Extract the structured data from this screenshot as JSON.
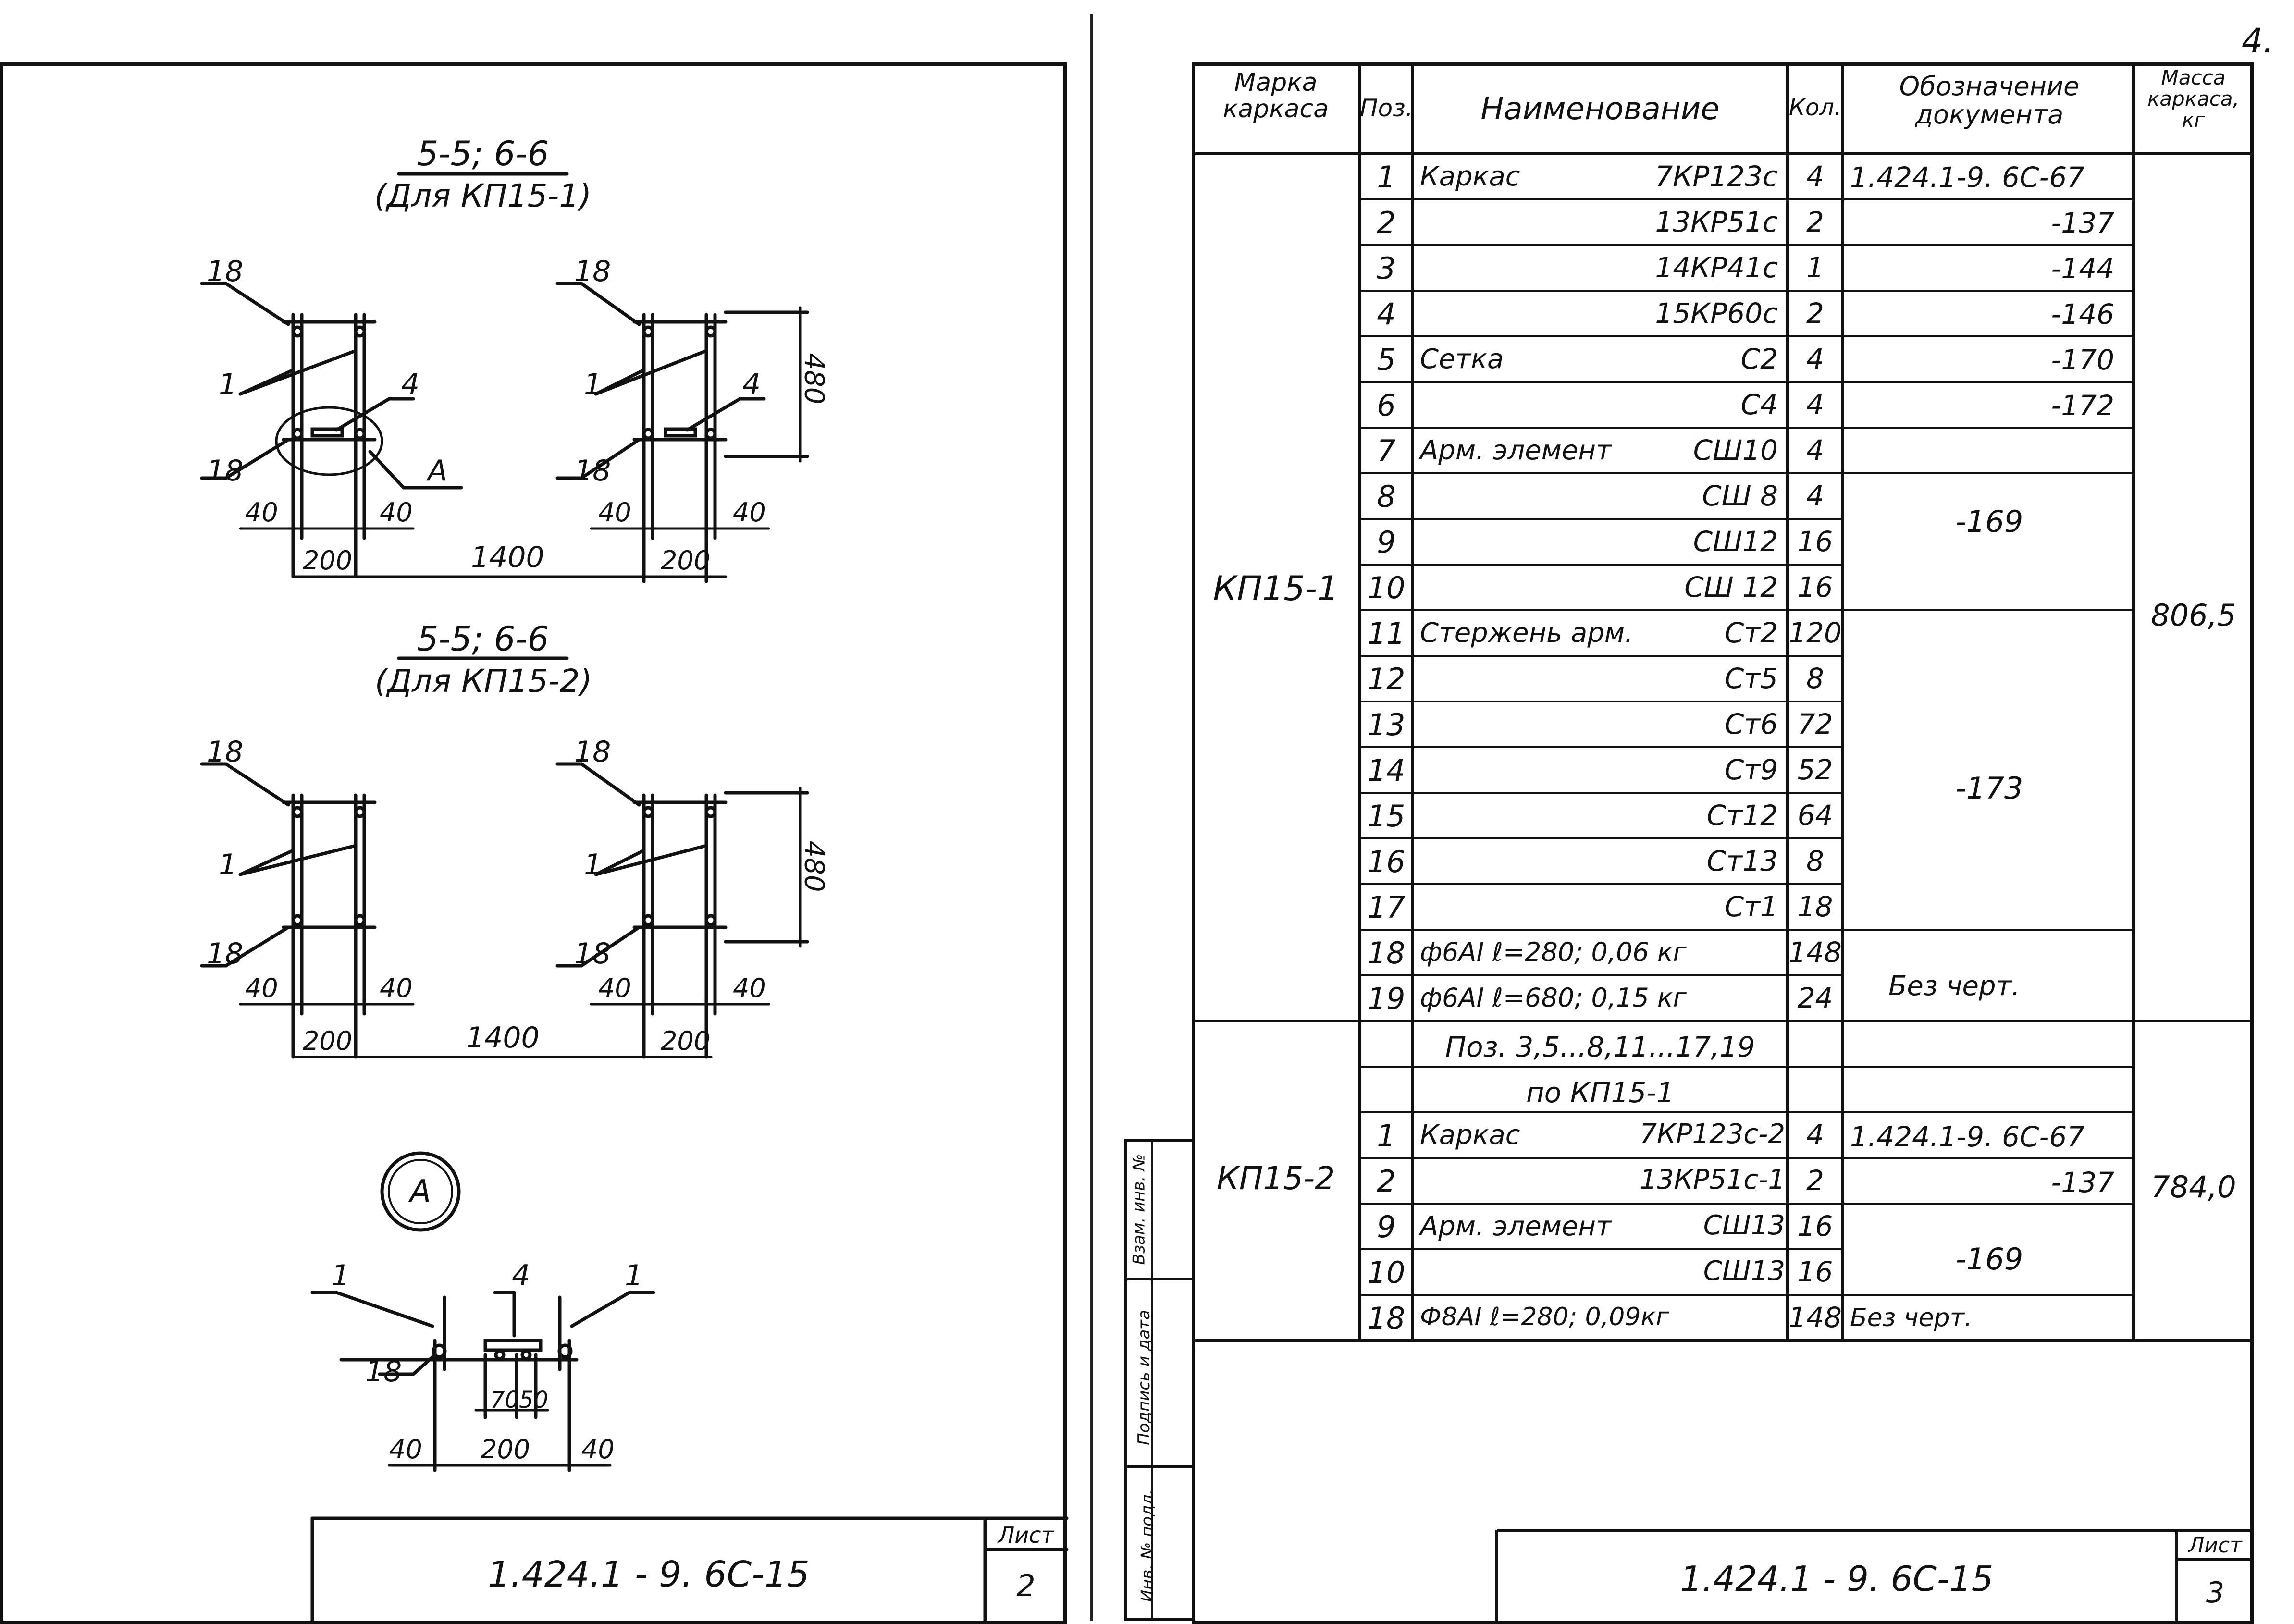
{
  "page_number": "4.",
  "left_sheet": {
    "section1_title": "5-5; 6-6",
    "section1_subtitle": "(Для КП15-1)",
    "section2_title": "5-5; 6-6",
    "section2_subtitle": "(Для КП15-2)",
    "callout_18": "18",
    "callout_1": "1",
    "callout_4": "4",
    "callout_A": "А",
    "dim_480": "480",
    "dim_40": "40",
    "dim_200": "200",
    "dim_1400": "1400",
    "dim_70": "70",
    "dim_50": "50",
    "detail_label": "А",
    "doc_code": "1.424.1 - 9. 6С-15",
    "sheet_label": "Лист",
    "sheet_no": "2"
  },
  "right_sheet": {
    "doc_code": "1.424.1 - 9. 6С-15",
    "sheet_label": "Лист",
    "sheet_no": "3",
    "side_stamp": [
      "Инв. № подл.",
      "Подпись и дата",
      "Взам. инв. №"
    ],
    "headers": {
      "mark": "Марка каркаса",
      "pos": "Поз.",
      "name": "Наименование",
      "qty": "Кол.",
      "doc": "Обозначение документа",
      "mass": "Масса каркаса, кг"
    },
    "group1": {
      "mark": "КП15-1",
      "mass": "806,5",
      "rows": [
        {
          "pos": "1",
          "name": "Каркас",
          "sub": "7КР123с",
          "qty": "4",
          "doc": "1.424.1-9. 6С-67"
        },
        {
          "pos": "2",
          "name": "",
          "sub": "13КР51с",
          "qty": "2",
          "doc": "-137"
        },
        {
          "pos": "3",
          "name": "",
          "sub": "14КР41с",
          "qty": "1",
          "doc": "-144"
        },
        {
          "pos": "4",
          "name": "",
          "sub": "15КР60с",
          "qty": "2",
          "doc": "-146"
        },
        {
          "pos": "5",
          "name": "Сетка",
          "sub": "С2",
          "qty": "4",
          "doc": "-170"
        },
        {
          "pos": "6",
          "name": "",
          "sub": "С4",
          "qty": "4",
          "doc": "-172"
        },
        {
          "pos": "7",
          "name": "Арм. элемент",
          "sub": "СШ10",
          "qty": "4",
          "doc": ""
        },
        {
          "pos": "8",
          "name": "",
          "sub": "СШ 8",
          "qty": "4",
          "doc": ""
        },
        {
          "pos": "9",
          "name": "",
          "sub": "СШ12",
          "qty": "16",
          "doc": ""
        },
        {
          "pos": "10",
          "name": "",
          "sub": "СШ 12",
          "qty": "16",
          "doc": ""
        },
        {
          "pos": "11",
          "name": "Стержень арм.",
          "sub": "Ст2",
          "qty": "120",
          "doc": ""
        },
        {
          "pos": "12",
          "name": "",
          "sub": "Ст5",
          "qty": "8",
          "doc": ""
        },
        {
          "pos": "13",
          "name": "",
          "sub": "Ст6",
          "qty": "72",
          "doc": ""
        },
        {
          "pos": "14",
          "name": "",
          "sub": "Ст9",
          "qty": "52",
          "doc": ""
        },
        {
          "pos": "15",
          "name": "",
          "sub": "Ст12",
          "qty": "64",
          "doc": ""
        },
        {
          "pos": "16",
          "name": "",
          "sub": "Ст13",
          "qty": "8",
          "doc": ""
        },
        {
          "pos": "17",
          "name": "",
          "sub": "Ст1",
          "qty": "18",
          "doc": ""
        },
        {
          "pos": "18",
          "name": "ф6АI ℓ=280;  0,06 кг",
          "sub": "",
          "qty": "148",
          "doc": ""
        },
        {
          "pos": "19",
          "name": "ф6АI ℓ=680;  0,15 кг",
          "sub": "",
          "qty": "24",
          "doc": ""
        }
      ],
      "merged_doc_169": "-169",
      "merged_doc_173": "-173",
      "merged_doc_bez": "Без черт."
    },
    "group2": {
      "mark": "КП15-2",
      "mass": "784,0",
      "note1": "Поз. 3,5...8,11...17,19",
      "note2": "по КП15-1",
      "rows": [
        {
          "pos": "1",
          "name": "Каркас",
          "sub": "7КР123с-2",
          "qty": "4",
          "doc": "1.424.1-9. 6С-67"
        },
        {
          "pos": "2",
          "name": "",
          "sub": "13КР51с-1",
          "qty": "2",
          "doc": "-137"
        },
        {
          "pos": "9",
          "name": "Арм. элемент",
          "sub": "СШ13",
          "qty": "16",
          "doc": ""
        },
        {
          "pos": "10",
          "name": "",
          "sub": "СШ13",
          "qty": "16",
          "doc": ""
        },
        {
          "pos": "18",
          "name": "Ф8АI ℓ=280;  0,09кг",
          "sub": "",
          "qty": "148",
          "doc": "Без черт."
        }
      ],
      "merged_doc_169": "-169"
    }
  }
}
